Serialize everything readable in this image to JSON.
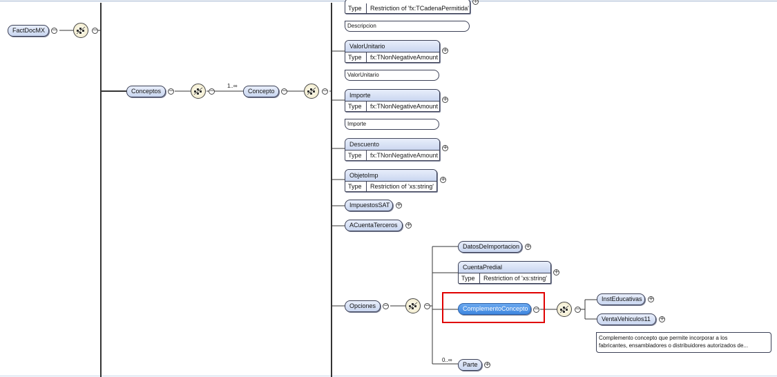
{
  "diagram": {
    "root": {
      "label": "FactDocMX"
    },
    "conceptos": {
      "label": "Conceptos"
    },
    "concepto": {
      "label": "Concepto",
      "cardinality": "1..∞"
    },
    "type_key": "Type",
    "top_partial": {
      "type": "Restriction of 'fx:TCadenaPermitida'",
      "doc": "Descripcion"
    },
    "valor_unitario": {
      "label": "ValorUnitario",
      "type": "fx:TNonNegativeAmount",
      "doc": "ValorUnitario"
    },
    "importe": {
      "label": "Importe",
      "type": "fx:TNonNegativeAmount",
      "doc": "Importe"
    },
    "descuento": {
      "label": "Descuento",
      "type": "fx:TNonNegativeAmount"
    },
    "objeto_imp": {
      "label": "ObjetoImp",
      "type": "Restriction of 'xs:string'"
    },
    "impuestos_sat": {
      "label": "ImpuestosSAT"
    },
    "a_cuenta_terceros": {
      "label": "ACuentaTerceros"
    },
    "opciones": {
      "label": "Opciones"
    },
    "datos_importacion": {
      "label": "DatosDeImportacion"
    },
    "cuenta_predial": {
      "label": "CuentaPredial",
      "type": "Restriction of 'xs:string'"
    },
    "complemento_concepto": {
      "label": "ComplementoConcepto"
    },
    "inst_educativas": {
      "label": "InstEducativas"
    },
    "venta_vehiculos": {
      "label": "VentaVehiculos11"
    },
    "complemento_doc": {
      "line1": "Complemento concepto que permite incorporar a los",
      "line2": "fabricantes, ensambladores o distribuidores autorizados de..."
    },
    "parte": {
      "label": "Parte",
      "cardinality": "0..∞"
    },
    "colors": {
      "selected": "#4a90e2",
      "highlight_box": "#e00000",
      "node_fill": "#d3def5",
      "line": "#333333"
    }
  }
}
